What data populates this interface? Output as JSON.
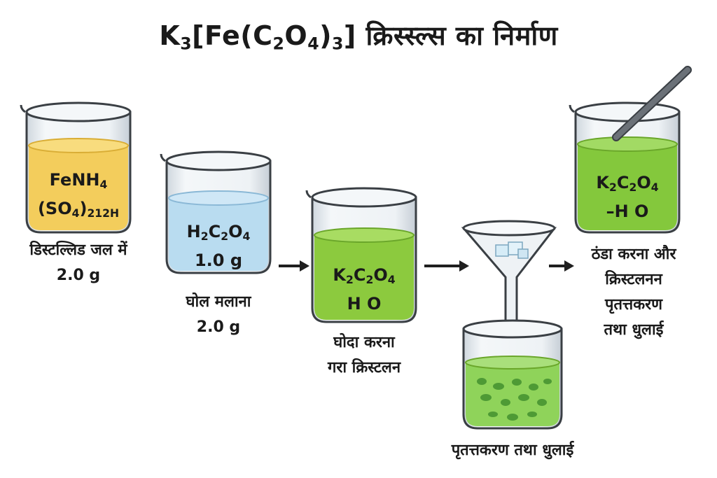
{
  "title": {
    "formula_lead": "K",
    "formula_sub1": "3",
    "formula_mid": "[Fe(C",
    "formula_sub2": "2",
    "formula_o": "O",
    "formula_sub3": "4",
    "formula_close": ")",
    "formula_sub4": "3",
    "formula_end": "]",
    "hindi": "क्रिस्स्ल्स का निर्माण"
  },
  "beaker1": {
    "line1": "FeNH",
    "line1_sub": "4",
    "line2": "(SO",
    "line2_sub": "4",
    "line2_end": ")",
    "line2_tail": "212H",
    "caption1": "डिस्टल्लिड जल में",
    "caption2": "2.0 g",
    "liquid_color": "#f3cd5c"
  },
  "beaker2": {
    "line1": "H",
    "line1_s1": "2",
    "line1_m": "C",
    "line1_s2": "2",
    "line1_o": "O",
    "line1_s3": "4",
    "line2": "1.0 g",
    "caption1": "घोल मलाना",
    "caption2": "2.0 g",
    "liquid_color": "#b9dcf0"
  },
  "beaker3": {
    "line1": "K",
    "line1_s1": "2",
    "line1_m": "C",
    "line1_s2": "2",
    "line1_o": "O",
    "line1_s3": "4",
    "line2": "H O",
    "caption1": "घोदा करना",
    "caption2": "गरा क्रिस्टलन",
    "liquid_color": "#8cca3e"
  },
  "filter_step": {
    "caption": "पृतत्तकरण तथा धुलाई",
    "liquid_color": "#8fd35a",
    "crystal_color": "#4e9a35"
  },
  "beaker5": {
    "line1": "K",
    "line1_s1": "2",
    "line1_m": "C",
    "line1_s2": "2",
    "line1_o": "O",
    "line1_s3": "4",
    "line2": "–H O",
    "caption1": "ठंडा करना और",
    "caption2": "क्रिस्टलनन",
    "caption3": "पृतत्तकरण",
    "caption4": "तथा धुलाई",
    "liquid_color": "#84c83c"
  },
  "colors": {
    "glass": "#e9eef2",
    "outline": "#3a3f44",
    "arrow": "#1f1f1f",
    "rod": "#6b7178"
  },
  "icons": [
    "arrow-right-icon",
    "funnel-icon",
    "stirring-rod-icon",
    "ice-crystal-icon"
  ]
}
